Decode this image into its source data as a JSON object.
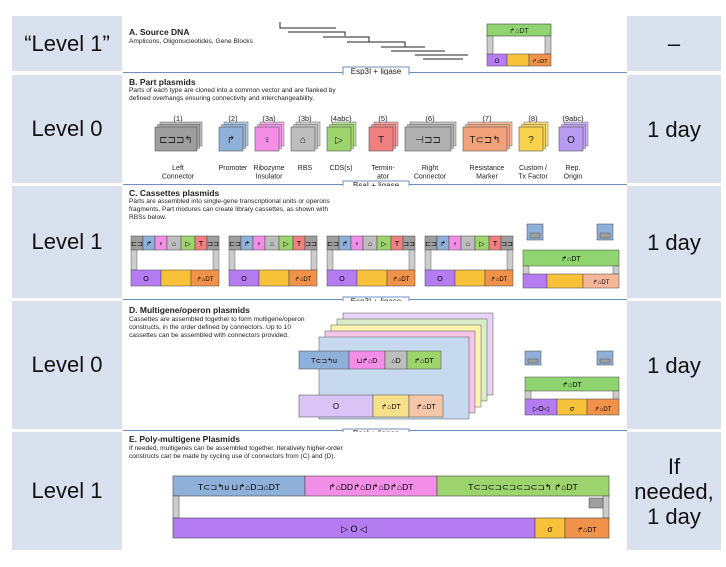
{
  "rows": [
    {
      "level": "“Level 1”",
      "time": "–"
    },
    {
      "level": "Level 0",
      "time": "1 day"
    },
    {
      "level": "Level 1",
      "time": "1 day"
    },
    {
      "level": "Level 0",
      "time": "1 day"
    },
    {
      "level": "Level 1",
      "time": "If needed, 1 day"
    }
  ],
  "panels": [
    {
      "title": "A. Source DNA",
      "desc": "Amplicons, Oligonucleotides, Gene Blocks"
    },
    {
      "title": "B. Part plasmids",
      "desc": "Parts of each type are cloned into a common vector and are flanked by defined overhangs ensuring connectivity and interchangeability."
    },
    {
      "title": "C. Cassettes plasmids",
      "desc": "Parts are assembled into single-gene transcriptional units or operons fragments. Part mixtures can create library cassettes, as shown with RBSs below."
    },
    {
      "title": "D. Multigene/operon plasmids",
      "desc": "Cassettes are assembled together to form multigene/operon constructs, in the order defined by connectors. Up to 10 cassettes can be assembled with connectors provided."
    },
    {
      "title": "E. Poly-multigene Plasmids",
      "desc": "If needed, multigenes can be assembled together. Iteratively higher-order constructs can be made by cycling use of connectors from (C) and (D)."
    }
  ],
  "arrows": [
    "Esp3I + ligase",
    "BsaI + ligase",
    "Esp3I + ligase",
    "BsaI + ligase"
  ],
  "parts": [
    {
      "num": "(1)",
      "name": "Left\nConnector",
      "color": "#9e9e9e"
    },
    {
      "num": "(2)",
      "name": "Promoter",
      "color": "#8fb1d9"
    },
    {
      "num": "(3a)",
      "name": "Ribozyme\nInsulator",
      "color": "#f28ee6"
    },
    {
      "num": "(3b)",
      "name": "RBS",
      "color": "#bdbdbd"
    },
    {
      "num": "(4abc)",
      "name": "CDS(s)",
      "color": "#9ed46e"
    },
    {
      "num": "(5)",
      "name": "Termin-\nator",
      "color": "#f07f7f"
    },
    {
      "num": "(6)",
      "name": "Right\nConnector",
      "color": "#b0b0b0"
    },
    {
      "num": "(7)",
      "name": "Resistance\nMarker",
      "color": "#f2a27a"
    },
    {
      "num": "(8)",
      "name": "Custom /\nTx Factor",
      "color": "#f7d24a"
    },
    {
      "num": "(9abc)",
      "name": "Rep.\nOrigin",
      "color": "#b99cf2"
    }
  ],
  "colors": {
    "side": "#d9e1ef",
    "line": "#6f8fc0",
    "green": "#8fd46e",
    "purple": "#b57cf2",
    "orange": "#f0924a",
    "yellow": "#f7c23a"
  }
}
